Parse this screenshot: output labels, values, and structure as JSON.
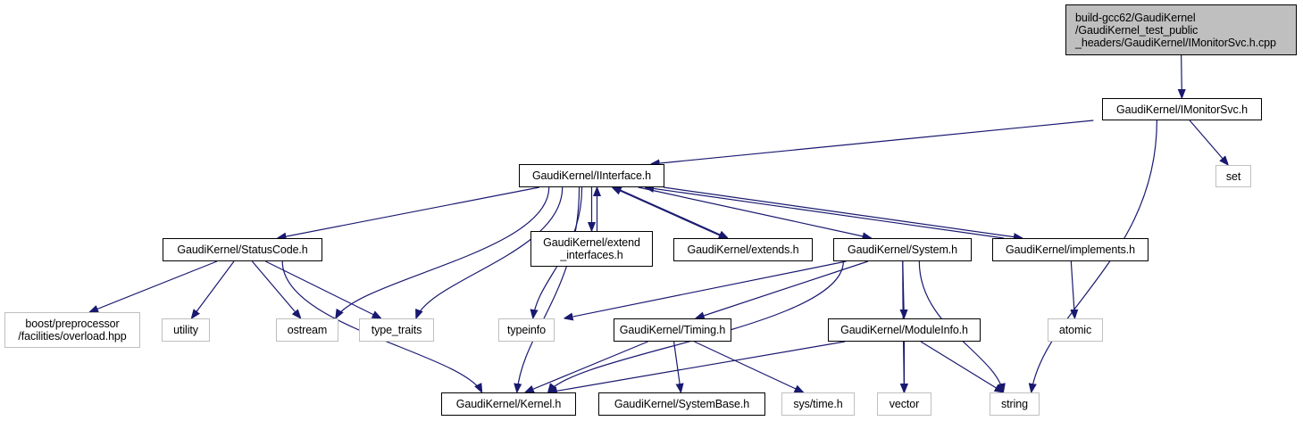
{
  "diagram": {
    "title": "Include dependency graph for build-gcc62/GaudiKernel/GaudiKernel_test_public_headers/GaudiKernel/IMonitorSvc.h.cpp",
    "colors": {
      "edge": "#191970",
      "internal_border": "#000000",
      "external_border": "#bfbfbf",
      "root_fill": "#bfbfbf"
    },
    "nodes": [
      {
        "id": "root",
        "label": "build-gcc62/GaudiKernel\n/GaudiKernel_test_public\n_headers/GaudiKernel/IMonitorSvc.h.cpp",
        "kind": "root"
      },
      {
        "id": "imonitorsvc",
        "label": "GaudiKernel/IMonitorSvc.h",
        "kind": "internal"
      },
      {
        "id": "set",
        "label": "set",
        "kind": "external"
      },
      {
        "id": "iinterface",
        "label": "GaudiKernel/IInterface.h",
        "kind": "internal"
      },
      {
        "id": "statuscode",
        "label": "GaudiKernel/StatusCode.h",
        "kind": "internal"
      },
      {
        "id": "extend_interfaces",
        "label": "GaudiKernel/extend\n_interfaces.h",
        "kind": "internal"
      },
      {
        "id": "extends",
        "label": "GaudiKernel/extends.h",
        "kind": "internal"
      },
      {
        "id": "system",
        "label": "GaudiKernel/System.h",
        "kind": "internal"
      },
      {
        "id": "implements",
        "label": "GaudiKernel/implements.h",
        "kind": "internal"
      },
      {
        "id": "boost_overload",
        "label": "boost/preprocessor\n/facilities/overload.hpp",
        "kind": "external"
      },
      {
        "id": "utility",
        "label": "utility",
        "kind": "external"
      },
      {
        "id": "ostream",
        "label": "ostream",
        "kind": "external"
      },
      {
        "id": "type_traits",
        "label": "type_traits",
        "kind": "external"
      },
      {
        "id": "typeinfo",
        "label": "typeinfo",
        "kind": "external"
      },
      {
        "id": "timing",
        "label": "GaudiKernel/Timing.h",
        "kind": "internal"
      },
      {
        "id": "moduleinfo",
        "label": "GaudiKernel/ModuleInfo.h",
        "kind": "internal"
      },
      {
        "id": "atomic",
        "label": "atomic",
        "kind": "external"
      },
      {
        "id": "kernel",
        "label": "GaudiKernel/Kernel.h",
        "kind": "internal"
      },
      {
        "id": "systembase",
        "label": "GaudiKernel/SystemBase.h",
        "kind": "internal"
      },
      {
        "id": "sys_time",
        "label": "sys/time.h",
        "kind": "external"
      },
      {
        "id": "vector",
        "label": "vector",
        "kind": "external"
      },
      {
        "id": "string",
        "label": "string",
        "kind": "external"
      }
    ],
    "edges": [
      {
        "from": "root",
        "to": "imonitorsvc"
      },
      {
        "from": "imonitorsvc",
        "to": "iinterface"
      },
      {
        "from": "imonitorsvc",
        "to": "set"
      },
      {
        "from": "imonitorsvc",
        "to": "string"
      },
      {
        "from": "iinterface",
        "to": "statuscode"
      },
      {
        "from": "iinterface",
        "to": "ostream"
      },
      {
        "from": "iinterface",
        "to": "type_traits"
      },
      {
        "from": "iinterface",
        "to": "kernel"
      },
      {
        "from": "iinterface",
        "to": "typeinfo"
      },
      {
        "from": "iinterface",
        "to": "extend_interfaces"
      },
      {
        "from": "iinterface",
        "to": "extends"
      },
      {
        "from": "iinterface",
        "to": "system"
      },
      {
        "from": "iinterface",
        "to": "implements"
      },
      {
        "from": "extend_interfaces",
        "to": "iinterface"
      },
      {
        "from": "extends",
        "to": "iinterface"
      },
      {
        "from": "implements",
        "to": "iinterface"
      },
      {
        "from": "implements",
        "to": "atomic"
      },
      {
        "from": "statuscode",
        "to": "boost_overload"
      },
      {
        "from": "statuscode",
        "to": "utility"
      },
      {
        "from": "statuscode",
        "to": "ostream"
      },
      {
        "from": "statuscode",
        "to": "type_traits"
      },
      {
        "from": "statuscode",
        "to": "kernel"
      },
      {
        "from": "system",
        "to": "typeinfo"
      },
      {
        "from": "system",
        "to": "kernel"
      },
      {
        "from": "system",
        "to": "timing"
      },
      {
        "from": "system",
        "to": "moduleinfo"
      },
      {
        "from": "system",
        "to": "vector"
      },
      {
        "from": "system",
        "to": "string"
      },
      {
        "from": "timing",
        "to": "kernel"
      },
      {
        "from": "timing",
        "to": "systembase"
      },
      {
        "from": "timing",
        "to": "sys_time"
      },
      {
        "from": "moduleinfo",
        "to": "kernel"
      },
      {
        "from": "moduleinfo",
        "to": "vector"
      },
      {
        "from": "moduleinfo",
        "to": "string"
      }
    ]
  }
}
